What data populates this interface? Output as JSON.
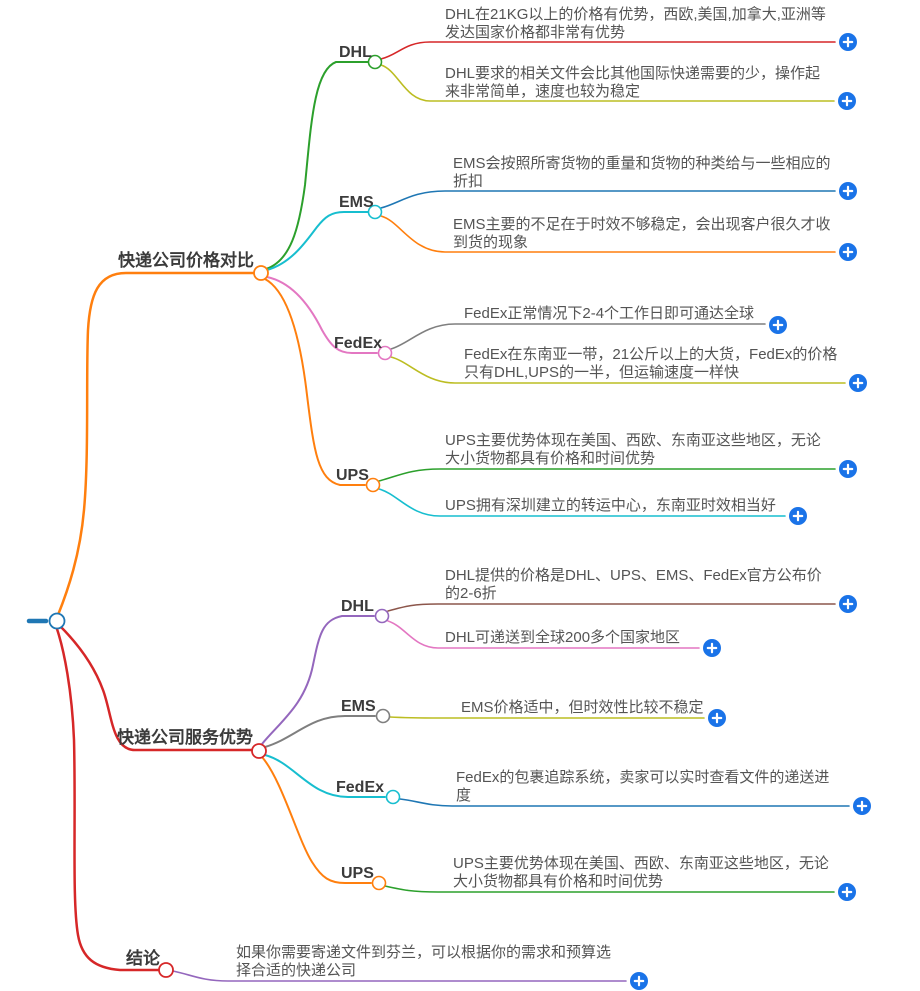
{
  "ui": {
    "plus_color": "#1a73e8",
    "plus_symbol": "+",
    "background": "#ffffff",
    "leaf_text_color": "#545454",
    "label_text_color": "#3b3b3b"
  },
  "root": {
    "color": "#1f77b4"
  },
  "branches": [
    {
      "label": "快递公司价格对比",
      "color": "#ff7f0e",
      "children": [
        {
          "label": "DHL",
          "color": "#2ca02c",
          "leaves": [
            {
              "text": "DHL在21KG以上的价格有优势，西欧,美国,加拿大,亚洲等\n发达国家价格都非常有优势",
              "color": "#d62728"
            },
            {
              "text": "DHL要求的相关文件会比其他国际快递需要的少，操作起\n来非常简单，速度也较为稳定",
              "color": "#bcbd22"
            }
          ]
        },
        {
          "label": "EMS",
          "color": "#17becf",
          "leaves": [
            {
              "text": "EMS会按照所寄货物的重量和货物的种类给与一些相应的\n折扣",
              "color": "#1f77b4"
            },
            {
              "text": "EMS主要的不足在于时效不够稳定，会出现客户很久才收\n到货的现象",
              "color": "#ff7f0e"
            }
          ]
        },
        {
          "label": "FedEx",
          "color": "#e377c2",
          "leaves": [
            {
              "text": "FedEx正常情况下2-4个工作日即可通达全球",
              "color": "#7f7f7f"
            },
            {
              "text": "FedEx在东南亚一带，21公斤以上的大货，FedEx的价格\n只有DHL,UPS的一半，但运输速度一样快",
              "color": "#bcbd22"
            }
          ]
        },
        {
          "label": "UPS",
          "color": "#ff7f0e",
          "leaves": [
            {
              "text": "UPS主要优势体现在美国、西欧、东南亚这些地区，无论\n大小货物都具有价格和时间优势",
              "color": "#2ca02c"
            },
            {
              "text": "UPS拥有深圳建立的转运中心，东南亚时效相当好",
              "color": "#17becf"
            }
          ]
        }
      ]
    },
    {
      "label": "快递公司服务优势",
      "color": "#d62728",
      "children": [
        {
          "label": "DHL",
          "color": "#9467bd",
          "leaves": [
            {
              "text": "DHL提供的价格是DHL、UPS、EMS、FedEx官方公布价\n的2-6折",
              "color": "#8c564b"
            },
            {
              "text": "DHL可递送到全球200多个国家地区",
              "color": "#e377c2"
            }
          ]
        },
        {
          "label": "EMS",
          "color": "#7f7f7f",
          "leaves": [
            {
              "text": "EMS价格适中，但时效性比较不稳定",
              "color": "#bcbd22"
            }
          ]
        },
        {
          "label": "FedEx",
          "color": "#17becf",
          "leaves": [
            {
              "text": "FedEx的包裹追踪系统，卖家可以实时查看文件的递送进\n度",
              "color": "#1f77b4"
            }
          ]
        },
        {
          "label": "UPS",
          "color": "#ff7f0e",
          "leaves": [
            {
              "text": "UPS主要优势体现在美国、西欧、东南亚这些地区，无论\n大小货物都具有价格和时间优势",
              "color": "#2ca02c"
            }
          ]
        }
      ]
    },
    {
      "label": "结论",
      "color": "#d62728",
      "children": [],
      "leaves": [
        {
          "text": "如果你需要寄递文件到芬兰，可以根据你的需求和预算选\n择合适的快递公司",
          "color": "#9467bd"
        }
      ]
    }
  ]
}
